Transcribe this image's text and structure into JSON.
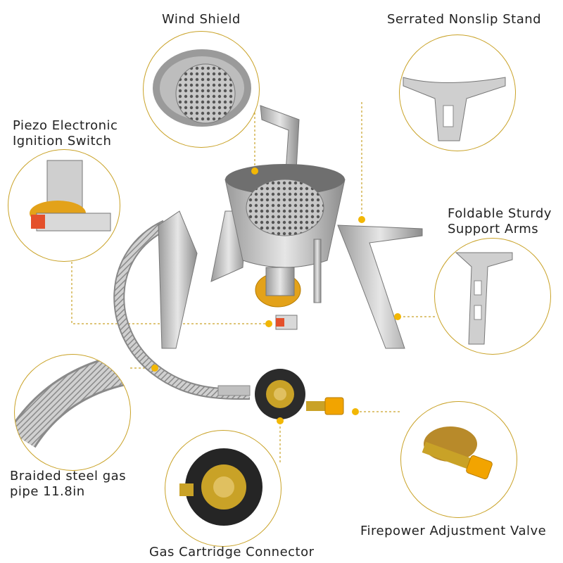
{
  "labels": {
    "wind_shield": "Wind Shield",
    "serrated_stand": "Serrated Nonslip Stand",
    "piezo": "Piezo Electronic\nIgnition Switch",
    "support_arms": "Foldable Sturdy\nSupport Arms",
    "braided_pipe": "Braided steel gas\npipe 11.8in",
    "adjust_valve": "Firepower Adjustment Valve",
    "cartridge_connector": "Gas Cartridge Connector"
  },
  "colors": {
    "accent": "#f2b705",
    "leader_line": "#c9a227",
    "text": "#222222"
  }
}
